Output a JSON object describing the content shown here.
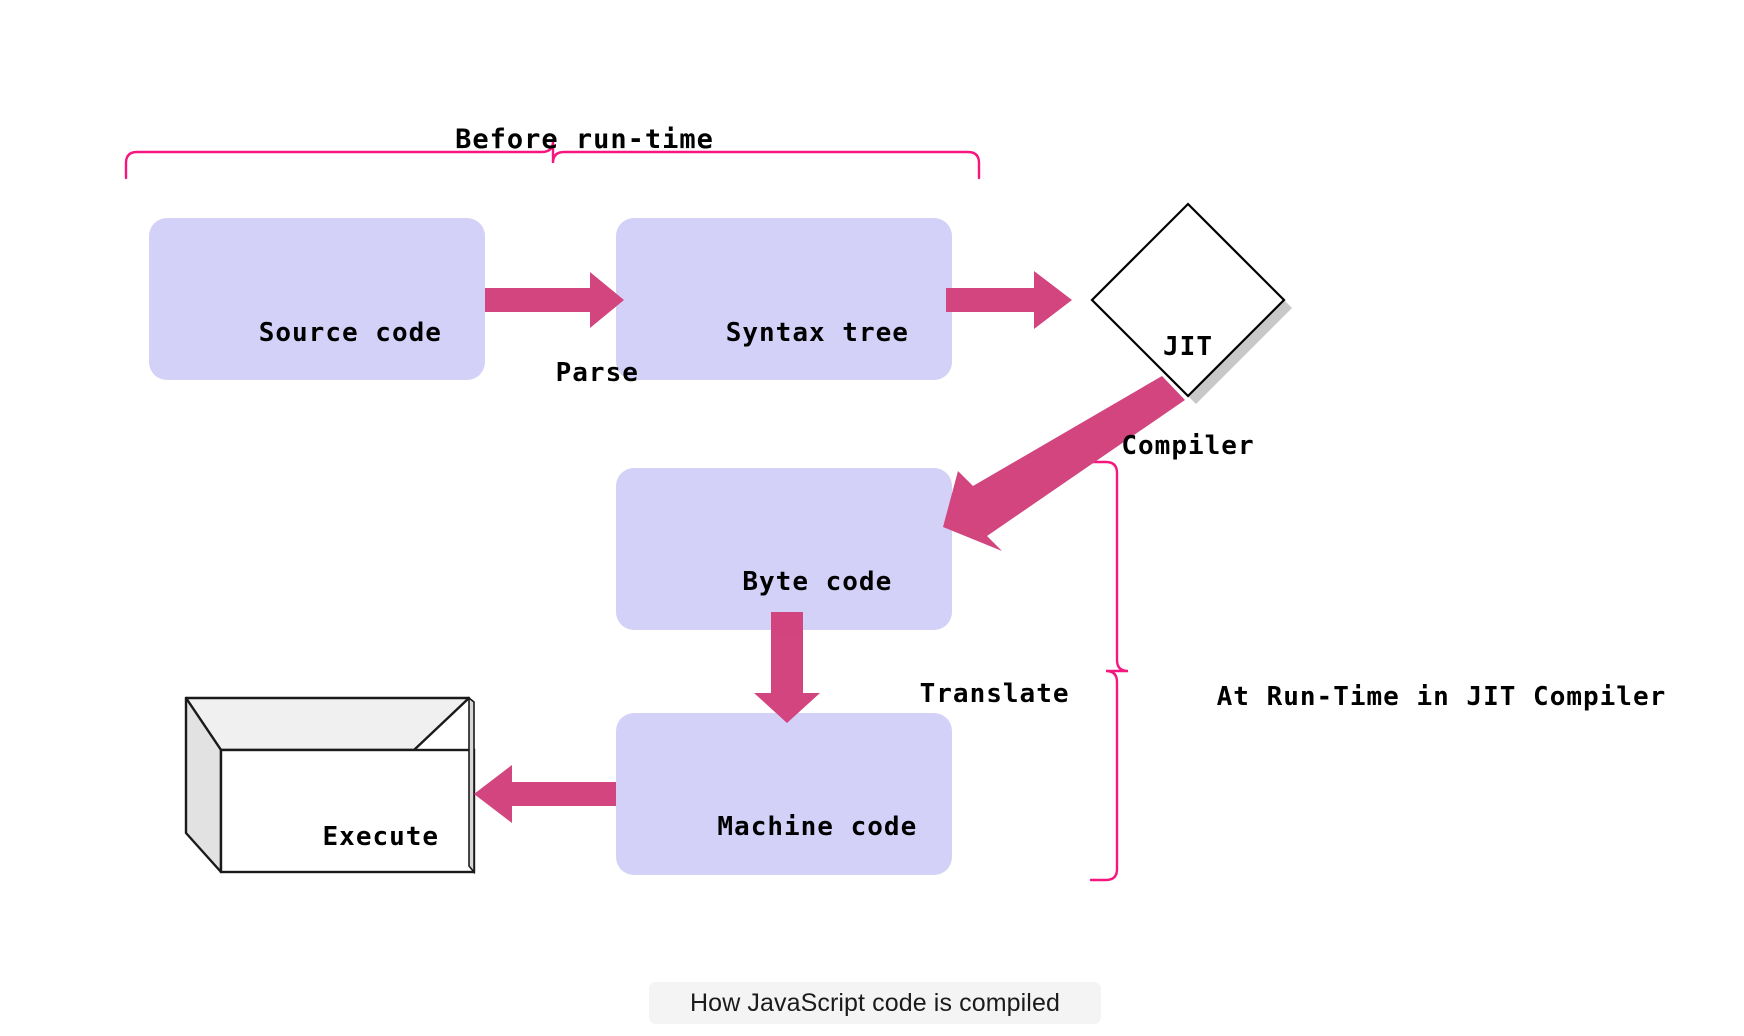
{
  "diagram": {
    "title_top_bracket_label": "Before run-time",
    "right_bracket_label": "At Run-Time in JIT Compiler",
    "nodes": [
      {
        "id": "source-code",
        "label": "Source code",
        "shape": "rounded-rect",
        "fill": "#d3d1f8"
      },
      {
        "id": "syntax-tree",
        "label": "Syntax tree",
        "shape": "rounded-rect",
        "fill": "#d3d1f8"
      },
      {
        "id": "jit-compiler",
        "label": "JIT\nCompiler",
        "shape": "diamond",
        "fill": "#ffffff"
      },
      {
        "id": "byte-code",
        "label": "Byte code",
        "shape": "rounded-rect",
        "fill": "#d3d1f8"
      },
      {
        "id": "machine-code",
        "label": "Machine code",
        "shape": "rounded-rect",
        "fill": "#d3d1f8"
      },
      {
        "id": "execute",
        "label": "Execute",
        "shape": "cube-3d",
        "fill": "#ffffff"
      }
    ],
    "node_labels": {
      "source_code": "Source code",
      "syntax_tree": "Syntax tree",
      "jit_compiler_line1": "JIT",
      "jit_compiler_line2": "Compiler",
      "byte_code": "Byte code",
      "machine_code": "Machine code",
      "execute": "Execute"
    },
    "edges": [
      {
        "id": "parse",
        "from": "source-code",
        "to": "syntax-tree",
        "label": "Parse"
      },
      {
        "id": "to-jit",
        "from": "syntax-tree",
        "to": "jit-compiler",
        "label": ""
      },
      {
        "id": "emit",
        "from": "jit-compiler",
        "to": "byte-code",
        "label": ""
      },
      {
        "id": "translate",
        "from": "byte-code",
        "to": "machine-code",
        "label": "Translate"
      },
      {
        "id": "run",
        "from": "machine-code",
        "to": "execute",
        "label": ""
      }
    ],
    "edge_labels": {
      "parse": "Parse",
      "translate": "Translate"
    },
    "colors": {
      "box_fill": "#d3d1f8",
      "arrow": "#d2457f",
      "bracket": "#f5167e",
      "node_border": "#000000",
      "cube_top": "#f0f0f0",
      "cube_side": "#e2e2e2",
      "diamond_shadow": "#c8c8c8",
      "caption_bg": "#f4f4f4",
      "text": "#000000"
    }
  },
  "caption": {
    "text": "How JavaScript code is compiled"
  }
}
